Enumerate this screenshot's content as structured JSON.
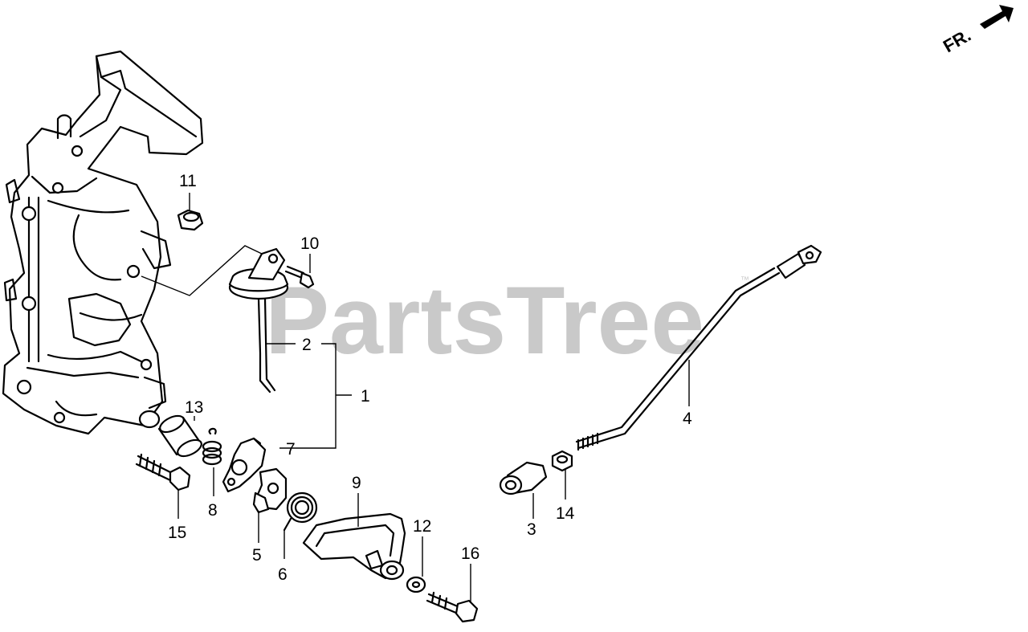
{
  "watermark": {
    "text": "PartsTree",
    "trademark": "™"
  },
  "direction_marker": {
    "text": "FR.",
    "icon": "arrow-icon"
  },
  "callouts": [
    {
      "id": "1",
      "label": "1"
    },
    {
      "id": "2",
      "label": "2"
    },
    {
      "id": "3",
      "label": "3"
    },
    {
      "id": "4",
      "label": "4"
    },
    {
      "id": "5",
      "label": "5"
    },
    {
      "id": "6",
      "label": "6"
    },
    {
      "id": "7",
      "label": "7"
    },
    {
      "id": "8",
      "label": "8"
    },
    {
      "id": "9",
      "label": "9"
    },
    {
      "id": "10",
      "label": "10"
    },
    {
      "id": "11",
      "label": "11"
    },
    {
      "id": "12",
      "label": "12"
    },
    {
      "id": "13",
      "label": "13"
    },
    {
      "id": "14",
      "label": "14"
    },
    {
      "id": "15",
      "label": "15"
    },
    {
      "id": "16",
      "label": "16"
    }
  ]
}
